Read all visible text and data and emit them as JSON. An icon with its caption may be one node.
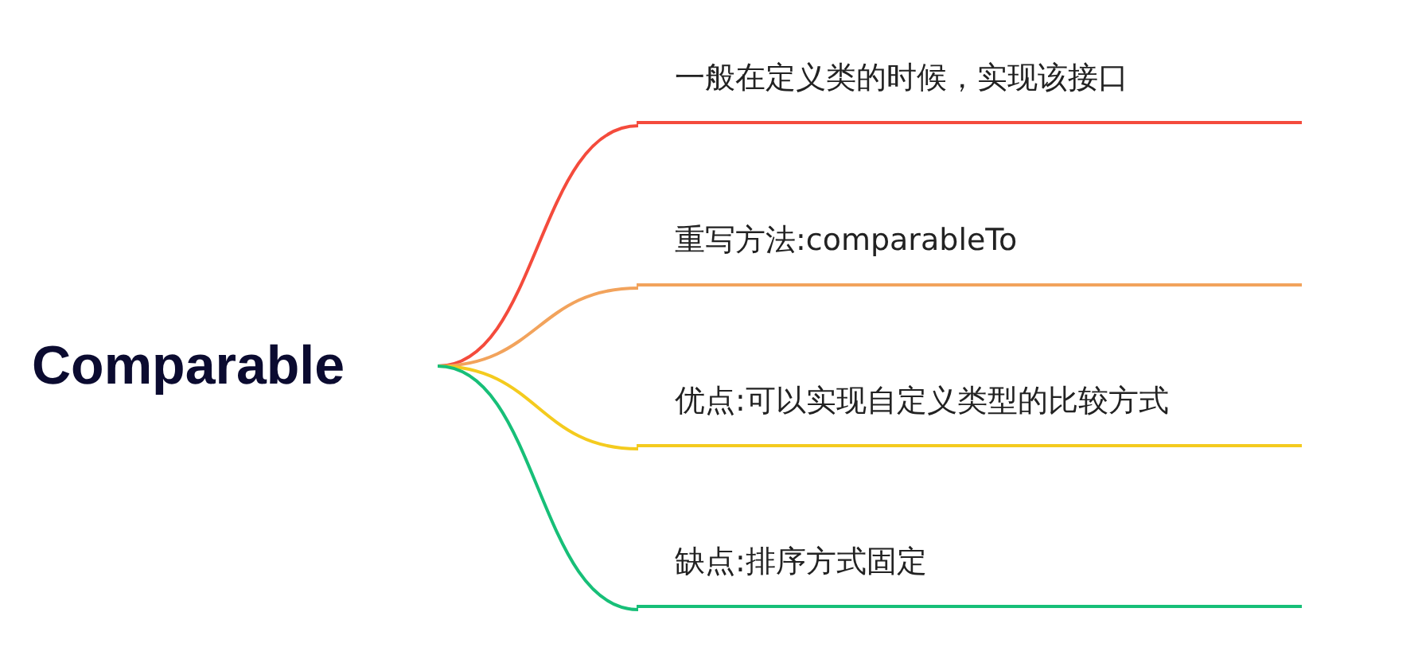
{
  "diagram": {
    "nodes": [
      {
        "text": [
          "Comparable"
        ]
      },
      {
        "text": [
          "一般在定义类的时候，实现该接口"
        ]
      },
      {
        "text": [
          "重写方法:comparableTo"
        ]
      },
      {
        "text": [
          "优点:可以实现自定义类型的比较方式"
        ]
      },
      {
        "text": [
          "缺点:排序方式固定"
        ]
      }
    ],
    "edges": [
      {
        "from": 0,
        "to": 1,
        "arrow": "none",
        "color": "#f44b3c"
      },
      {
        "from": 0,
        "to": 2,
        "arrow": "none",
        "color": "#f2a35c"
      },
      {
        "from": 0,
        "to": 3,
        "arrow": "none",
        "color": "#f4cb1e"
      },
      {
        "from": 0,
        "to": 4,
        "arrow": "none",
        "color": "#17bf78"
      }
    ]
  }
}
